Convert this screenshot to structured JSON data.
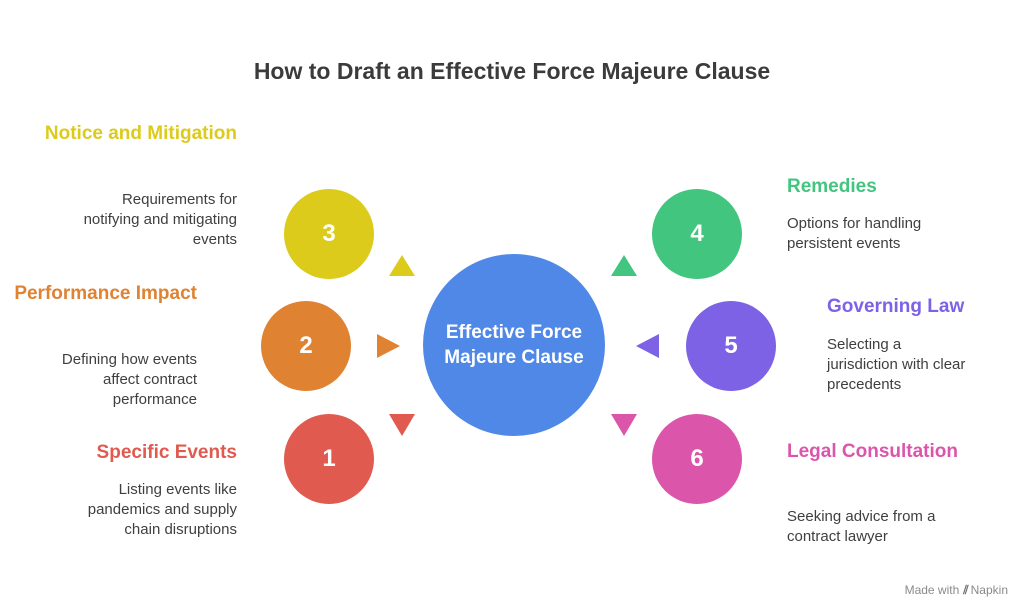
{
  "title": "How to Draft an Effective Force Majeure Clause",
  "center": {
    "label": "Effective Force Majeure Clause",
    "color": "#4f88e6"
  },
  "items": [
    {
      "number": "1",
      "heading": "Specific Events",
      "description": "Listing events like pandemics and supply chain disruptions",
      "color": "#e05a4f"
    },
    {
      "number": "2",
      "heading": "Performance Impact",
      "description": "Defining how events affect contract performance",
      "color": "#df8231"
    },
    {
      "number": "3",
      "heading": "Notice and Mitigation",
      "description": "Requirements for notifying and mitigating events",
      "color": "#dccb1b"
    },
    {
      "number": "4",
      "heading": "Remedies",
      "description": "Options for handling persistent events",
      "color": "#41c57f"
    },
    {
      "number": "5",
      "heading": "Governing Law",
      "description": "Selecting a jurisdiction with clear precedents",
      "color": "#7d62e6"
    },
    {
      "number": "6",
      "heading": "Legal Consultation",
      "description": "Seeking advice from a contract lawyer",
      "color": "#db56aa"
    }
  ],
  "watermark": {
    "prefix": "Made with",
    "brand": "Napkin"
  }
}
